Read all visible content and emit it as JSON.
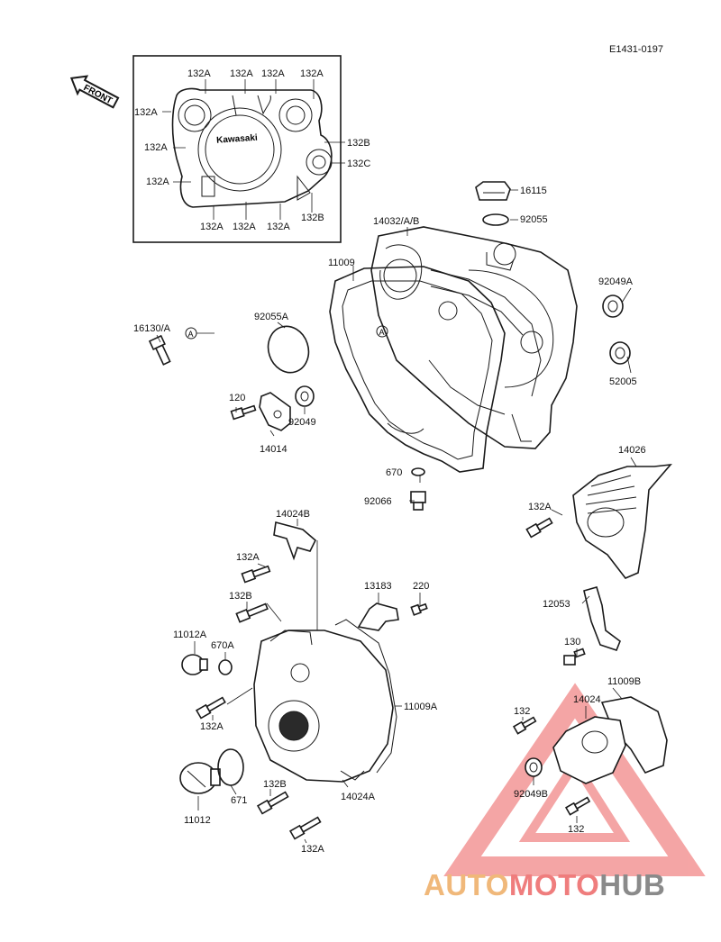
{
  "diagram": {
    "ref_code": "E1431-0197",
    "front_label": "FRONT",
    "brand_on_cover": "Kawasaki",
    "callout_marker": "A",
    "labels": {
      "inset_132a_1": "132A",
      "inset_132a_2": "132A",
      "inset_132a_3": "132A",
      "inset_132a_4": "132A",
      "inset_132a_5": "132A",
      "inset_132a_6": "132A",
      "inset_132a_7": "132A",
      "inset_132a_8": "132A",
      "inset_132a_9": "132A",
      "inset_132a_10": "132A",
      "inset_132b_1": "132B",
      "inset_132c": "132C",
      "inset_132b_2": "132B",
      "p16115": "16115",
      "p92055": "92055",
      "p14032": "14032/A/B",
      "p11009": "11009",
      "p92049a": "92049A",
      "p92055a": "92055A",
      "p16130": "16130/A",
      "p52005": "52005",
      "p120": "120",
      "p92049": "92049",
      "p14014": "14014",
      "p14026": "14026",
      "p670": "670",
      "p92066": "92066",
      "p132a_right": "132A",
      "p14024b": "14024B",
      "p132a_a": "132A",
      "p13183": "13183",
      "p220": "220",
      "p132b_a": "132B",
      "p12053": "12053",
      "p11012a": "11012A",
      "p670a": "670A",
      "p130": "130",
      "p11009a": "11009A",
      "p132a_b": "132A",
      "p11009b": "11009B",
      "p132_a": "132",
      "p14024": "14024",
      "p11012": "11012",
      "p671": "671",
      "p132b_b": "132B",
      "p14024a": "14024A",
      "p92049b": "92049B",
      "p132_b": "132",
      "p132a_c": "132A"
    }
  },
  "watermark": {
    "part1": "AUTO",
    "part2": "MOTO",
    "part3": "HUB",
    "colors": {
      "auto": "#f0b87a",
      "moto": "#ef7d7d",
      "hub": "#8a8a8a",
      "triangle": "#f08c8c"
    }
  }
}
